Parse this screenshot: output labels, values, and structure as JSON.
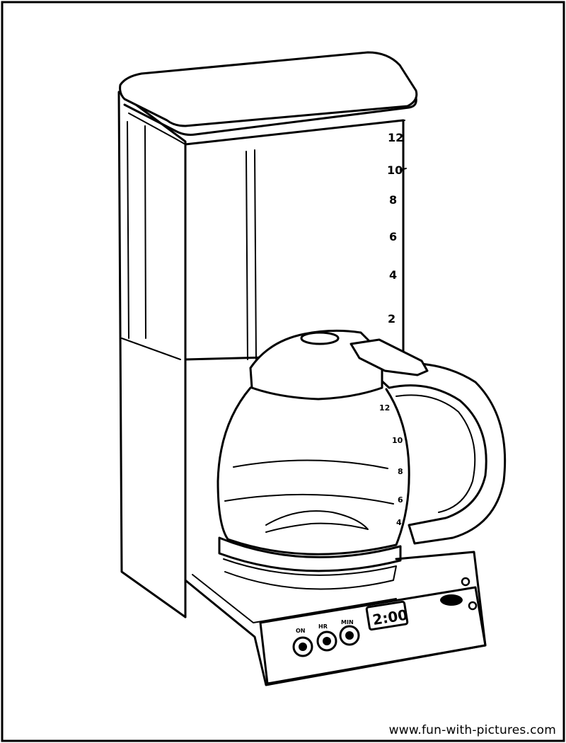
{
  "water_gauge": {
    "ticks": [
      "12",
      "10",
      "8",
      "6",
      "4",
      "2"
    ]
  },
  "carafe_marks": [
    "12",
    "10",
    "8",
    "6",
    "4"
  ],
  "control_panel": {
    "display_text": "2:00",
    "buttons": [
      {
        "label": "ON"
      },
      {
        "label": "HR"
      },
      {
        "label": "MIN"
      }
    ]
  },
  "credit": {
    "text": "www.fun-with-pictures.com"
  },
  "colors": {
    "ink": "#000000",
    "paper": "#ffffff"
  }
}
